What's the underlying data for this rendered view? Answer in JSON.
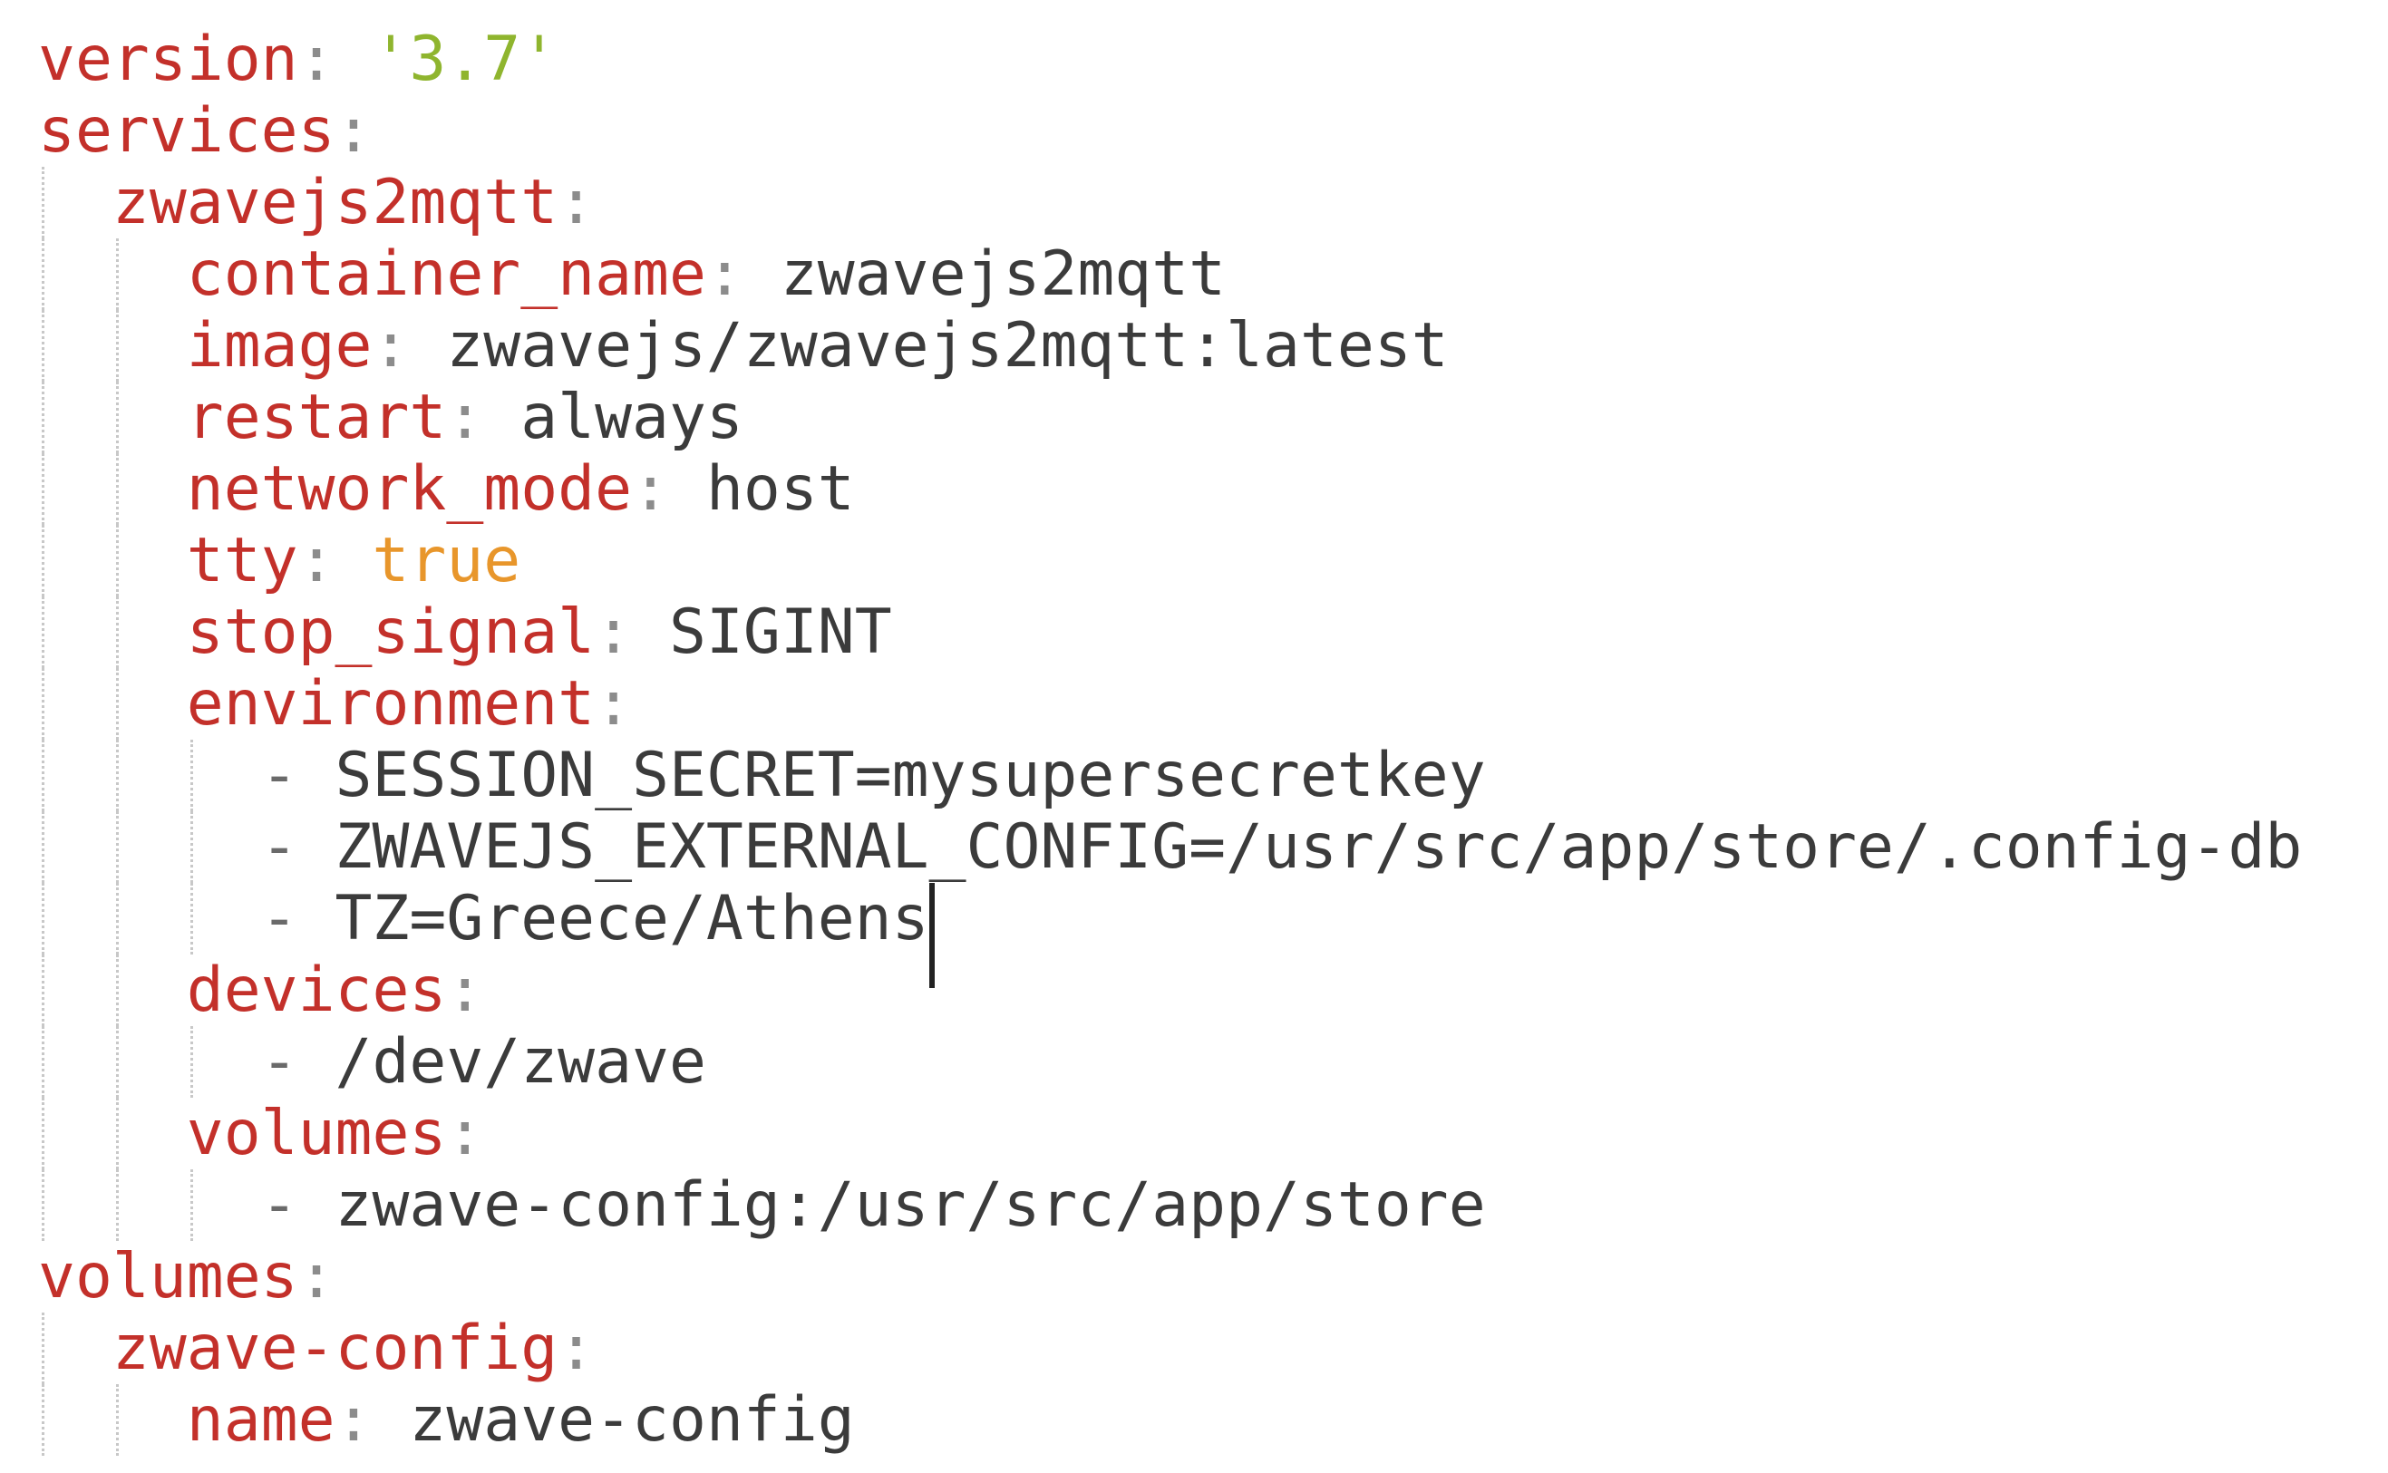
{
  "editor": {
    "theme": {
      "background": "#ffffff",
      "key_color": "#c3302a",
      "string_color": "#8fb52e",
      "boolean_color": "#e8962b",
      "value_color": "#3b3b3b",
      "punctuation_color": "#8c8c8c"
    },
    "lines": [
      {
        "indent": 0,
        "key": "version",
        "colon": ":",
        "sep": " ",
        "value": "'3.7'",
        "type": "string"
      },
      {
        "indent": 0,
        "key": "services",
        "colon": ":",
        "sep": "",
        "value": "",
        "type": "none"
      },
      {
        "indent": 1,
        "key": "zwavejs2mqtt",
        "colon": ":",
        "sep": "",
        "value": "",
        "type": "none"
      },
      {
        "indent": 2,
        "key": "container_name",
        "colon": ":",
        "sep": " ",
        "value": "zwavejs2mqtt",
        "type": "plain"
      },
      {
        "indent": 2,
        "key": "image",
        "colon": ":",
        "sep": " ",
        "value": "zwavejs/zwavejs2mqtt:latest",
        "type": "plain"
      },
      {
        "indent": 2,
        "key": "restart",
        "colon": ":",
        "sep": " ",
        "value": "always",
        "type": "plain"
      },
      {
        "indent": 2,
        "key": "network_mode",
        "colon": ":",
        "sep": " ",
        "value": "host",
        "type": "plain"
      },
      {
        "indent": 2,
        "key": "tty",
        "colon": ":",
        "sep": " ",
        "value": "true",
        "type": "boolean"
      },
      {
        "indent": 2,
        "key": "stop_signal",
        "colon": ":",
        "sep": " ",
        "value": "SIGINT",
        "type": "plain"
      },
      {
        "indent": 2,
        "key": "environment",
        "colon": ":",
        "sep": "",
        "value": "",
        "type": "none"
      },
      {
        "indent": 3,
        "dash": "- ",
        "value": "SESSION_SECRET=mysupersecretkey",
        "type": "list"
      },
      {
        "indent": 3,
        "dash": "- ",
        "value": "ZWAVEJS_EXTERNAL_CONFIG=/usr/src/app/store/.config-db",
        "type": "list"
      },
      {
        "indent": 3,
        "dash": "- ",
        "value": "TZ=Greece/Athens",
        "type": "list",
        "cursor": true
      },
      {
        "indent": 2,
        "key": "devices",
        "colon": ":",
        "sep": "",
        "value": "",
        "type": "none"
      },
      {
        "indent": 3,
        "dash": "- ",
        "value": "/dev/zwave",
        "type": "list"
      },
      {
        "indent": 2,
        "key": "volumes",
        "colon": ":",
        "sep": "",
        "value": "",
        "type": "none"
      },
      {
        "indent": 3,
        "dash": "- ",
        "value": "zwave-config:/usr/src/app/store",
        "type": "list"
      },
      {
        "indent": 0,
        "key": "volumes",
        "colon": ":",
        "sep": "",
        "value": "",
        "type": "none"
      },
      {
        "indent": 1,
        "key": "zwave-config",
        "colon": ":",
        "sep": "",
        "value": "",
        "type": "none"
      },
      {
        "indent": 2,
        "key": "name",
        "colon": ":",
        "sep": " ",
        "value": "zwave-config",
        "type": "plain"
      }
    ]
  }
}
